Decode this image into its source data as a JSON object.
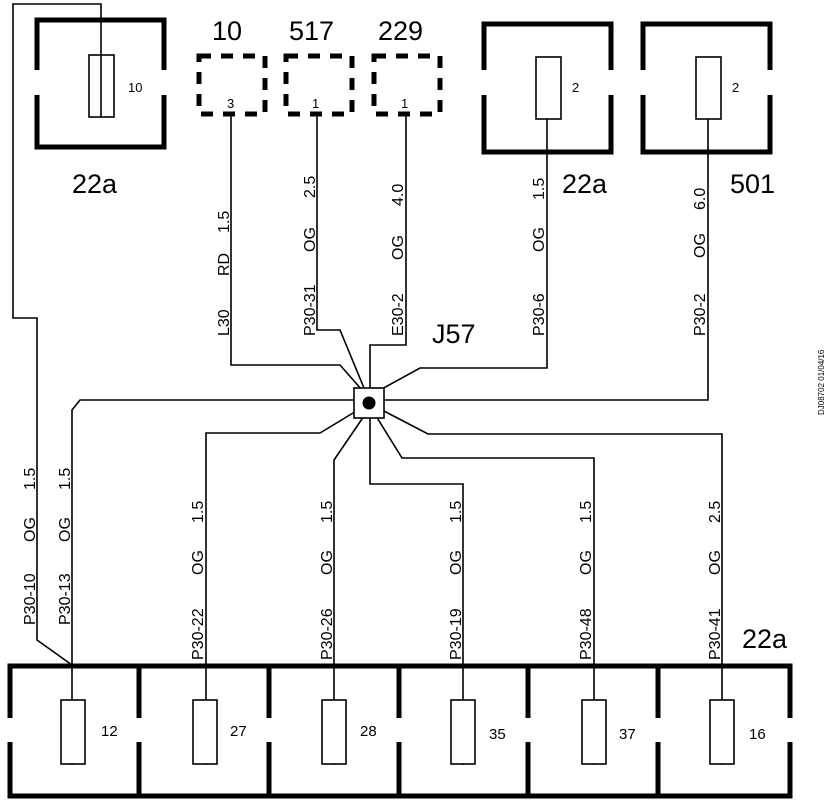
{
  "top": {
    "fuse_left": {
      "fuse": "10",
      "label": "22a"
    },
    "conn_a": {
      "title": "10",
      "pin": "3"
    },
    "conn_b": {
      "title": "517",
      "pin": "1"
    },
    "conn_c": {
      "title": "229",
      "pin": "1"
    },
    "fuse_mid": {
      "fuse": "2",
      "label": "22a"
    },
    "fuse_right": {
      "fuse": "2",
      "label": "501"
    }
  },
  "splice": {
    "label": "J57"
  },
  "wires_top": [
    {
      "circuit": "L30",
      "color": "RD",
      "size": "1.5"
    },
    {
      "circuit": "P30-31",
      "color": "OG",
      "size": "2.5"
    },
    {
      "circuit": "E30-2",
      "color": "OG",
      "size": "4.0"
    },
    {
      "circuit": "P30-6",
      "color": "OG",
      "size": "1.5"
    },
    {
      "circuit": "P30-2",
      "color": "OG",
      "size": "6.0"
    }
  ],
  "wires_bottom": [
    {
      "circuit": "P30-10",
      "color": "OG",
      "size": "1.5"
    },
    {
      "circuit": "P30-13",
      "color": "OG",
      "size": "1.5"
    },
    {
      "circuit": "P30-22",
      "color": "OG",
      "size": "1.5"
    },
    {
      "circuit": "P30-26",
      "color": "OG",
      "size": "1.5"
    },
    {
      "circuit": "P30-19",
      "color": "OG",
      "size": "1.5"
    },
    {
      "circuit": "P30-48",
      "color": "OG",
      "size": "1.5"
    },
    {
      "circuit": "P30-41",
      "color": "OG",
      "size": "2.5"
    }
  ],
  "bottom_block": {
    "label": "22a",
    "fuses": [
      "12",
      "27",
      "28",
      "35",
      "37",
      "16"
    ]
  },
  "ref_code": "DJ08702 01/04/16"
}
